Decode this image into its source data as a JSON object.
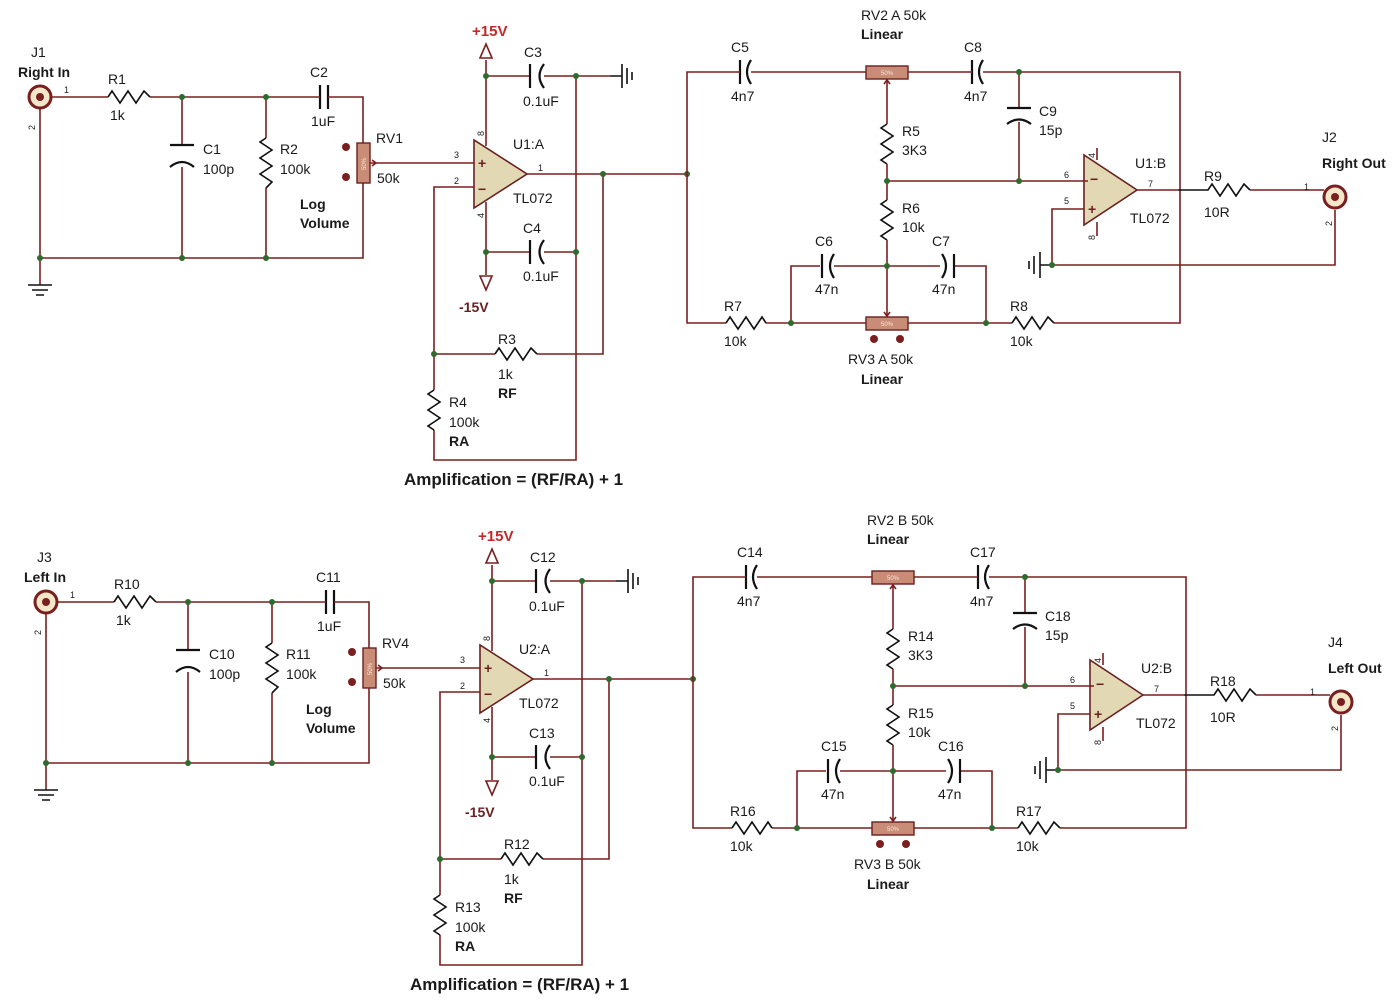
{
  "channel_right": {
    "j_in": "J1",
    "in_label": "Right In",
    "r1": "R1",
    "r1_val": "1k",
    "c1": "C1",
    "c1_val": "100p",
    "r2": "R2",
    "r2_val": "100k",
    "c2": "C2",
    "c2_val": "1uF",
    "rv": "RV1",
    "rv_val": "50k",
    "rv_desc1": "Log",
    "rv_desc2": "Volume",
    "supply_pos": "+15V",
    "supply_neg": "-15V",
    "c3": "C3",
    "c3_val": "0.1uF",
    "c4": "C4",
    "c4_val": "0.1uF",
    "u_a": "U1:A",
    "u_a_part": "TL072",
    "r3": "R3",
    "r3_val": "1k",
    "r3_role": "RF",
    "r4": "R4",
    "r4_val": "100k",
    "r4_role": "RA",
    "formula": "Amplification = (RF/RA) + 1",
    "c5": "C5",
    "c5_val": "4n7",
    "rv2": "RV2 A  50k",
    "rv2_type": "Linear",
    "c8": "C8",
    "c8_val": "4n7",
    "c9": "C9",
    "c9_val": "15p",
    "r5": "R5",
    "r5_val": "3K3",
    "r6": "R6",
    "r6_val": "10k",
    "c6": "C6",
    "c6_val": "47n",
    "c7": "C7",
    "c7_val": "47n",
    "r7": "R7",
    "r7_val": "10k",
    "r8": "R8",
    "r8_val": "10k",
    "rv3": "RV3 A   50k",
    "rv3_type": "Linear",
    "u_b": "U1:B",
    "u_b_part": "TL072",
    "r9": "R9",
    "r9_val": "10R",
    "j_out": "J2",
    "out_label": "Right Out"
  },
  "channel_left": {
    "j_in": "J3",
    "in_label": "Left In",
    "r1": "R10",
    "r1_val": "1k",
    "c1": "C10",
    "c1_val": "100p",
    "r2": "R11",
    "r2_val": "100k",
    "c2": "C11",
    "c2_val": "1uF",
    "rv": "RV4",
    "rv_val": "50k",
    "rv_desc1": "Log",
    "rv_desc2": "Volume",
    "supply_pos": "+15V",
    "supply_neg": "-15V",
    "c3": "C12",
    "c3_val": "0.1uF",
    "c4": "C13",
    "c4_val": "0.1uF",
    "u_a": "U2:A",
    "u_a_part": "TL072",
    "r3": "R12",
    "r3_val": "1k",
    "r3_role": "RF",
    "r4": "R13",
    "r4_val": "100k",
    "r4_role": "RA",
    "formula": "Amplification = (RF/RA) + 1",
    "c5": "C14",
    "c5_val": "4n7",
    "rv2": "RV2 B  50k",
    "rv2_type": "Linear",
    "c8": "C17",
    "c8_val": "4n7",
    "c9": "C18",
    "c9_val": "15p",
    "r5": "R14",
    "r5_val": "3K3",
    "r6": "R15",
    "r6_val": "10k",
    "c6": "C15",
    "c6_val": "47n",
    "c7": "C16",
    "c7_val": "47n",
    "r7": "R16",
    "r7_val": "10k",
    "r8": "R17",
    "r8_val": "10k",
    "rv3": "RV3 B   50k",
    "rv3_type": "Linear",
    "u_b": "U2:B",
    "u_b_part": "TL072",
    "r9": "R18",
    "r9_val": "10R",
    "j_out": "J4",
    "out_label": "Left Out"
  },
  "pins": {
    "p1": "1",
    "p2": "2",
    "p3": "3",
    "p4": "4",
    "p5": "5",
    "p6": "6",
    "p7": "7",
    "p8": "8",
    "plus": "+",
    "minus": "−",
    "pot_pct": "50%"
  },
  "colors": {
    "wire": "#7a1f1f",
    "junction": "#2f6b2f",
    "opamp_fill": "#e2d8b4",
    "pot_fill": "#c98c76",
    "supply_text": "#c62828"
  }
}
